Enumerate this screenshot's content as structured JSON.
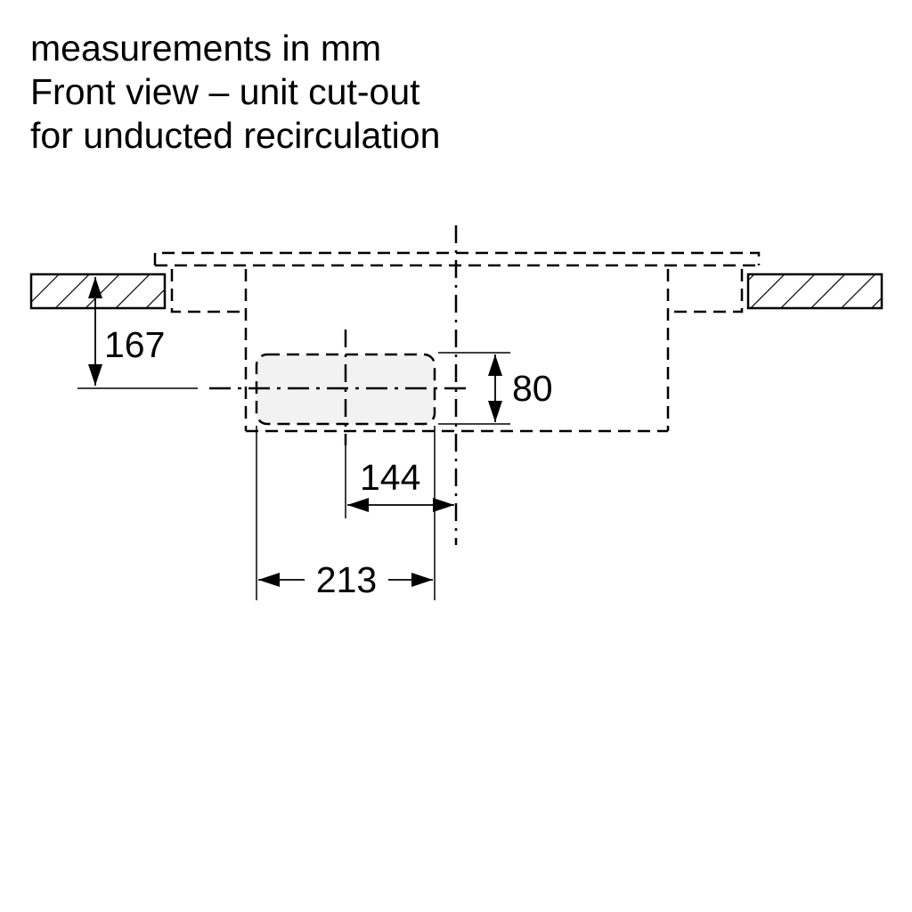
{
  "header": {
    "lines": [
      "measurements in mm",
      "Front view – unit cut-out",
      "for unducted recirculation"
    ]
  },
  "dimensions": {
    "height_from_worktop": "167",
    "cutout_height": "80",
    "offset_to_centre": "144",
    "cutout_width": "213"
  },
  "colors": {
    "line": "#000000",
    "cutout_fill": "#f2f2f2",
    "background": "#ffffff"
  }
}
